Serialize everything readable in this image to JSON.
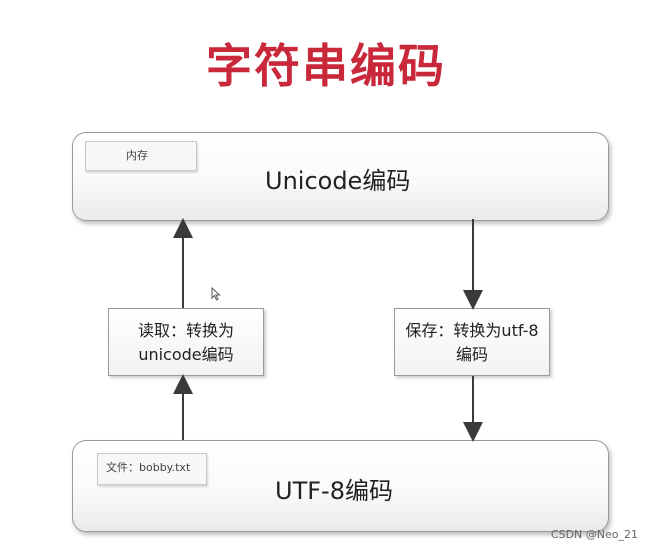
{
  "title": "字符串编码",
  "memory_panel": {
    "tag": "内存",
    "label": "Unicode编码"
  },
  "file_panel": {
    "tag": "文件：bobby.txt",
    "label": "UTF-8编码"
  },
  "read_box": {
    "line1": "读取：转换为",
    "line2": "unicode编码"
  },
  "save_box": {
    "line1": "保存：转换为utf-8",
    "line2": "编码"
  },
  "watermark": "CSDN @Neo_21",
  "colors": {
    "title": "#c8283a",
    "arrow": "#3a3a3a"
  }
}
